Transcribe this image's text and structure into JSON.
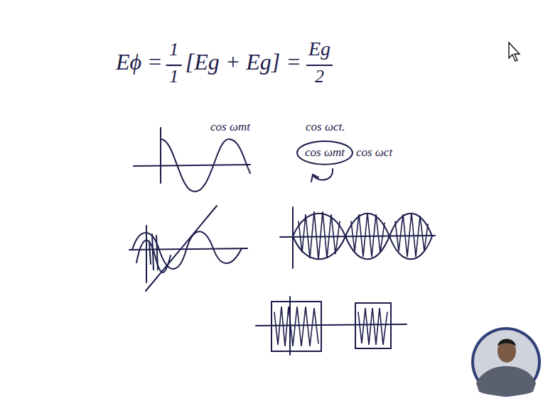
{
  "diagram": {
    "nodes": [
      {
        "text": [
          "cos ωmt"
        ]
      }
    ],
    "labels": [
      "Eϕ =",
      "1",
      "1",
      "[Eg + Eg] =",
      "Eg",
      "2",
      "cos ωmt",
      "cos ωct.",
      "cos ωct"
    ]
  }
}
